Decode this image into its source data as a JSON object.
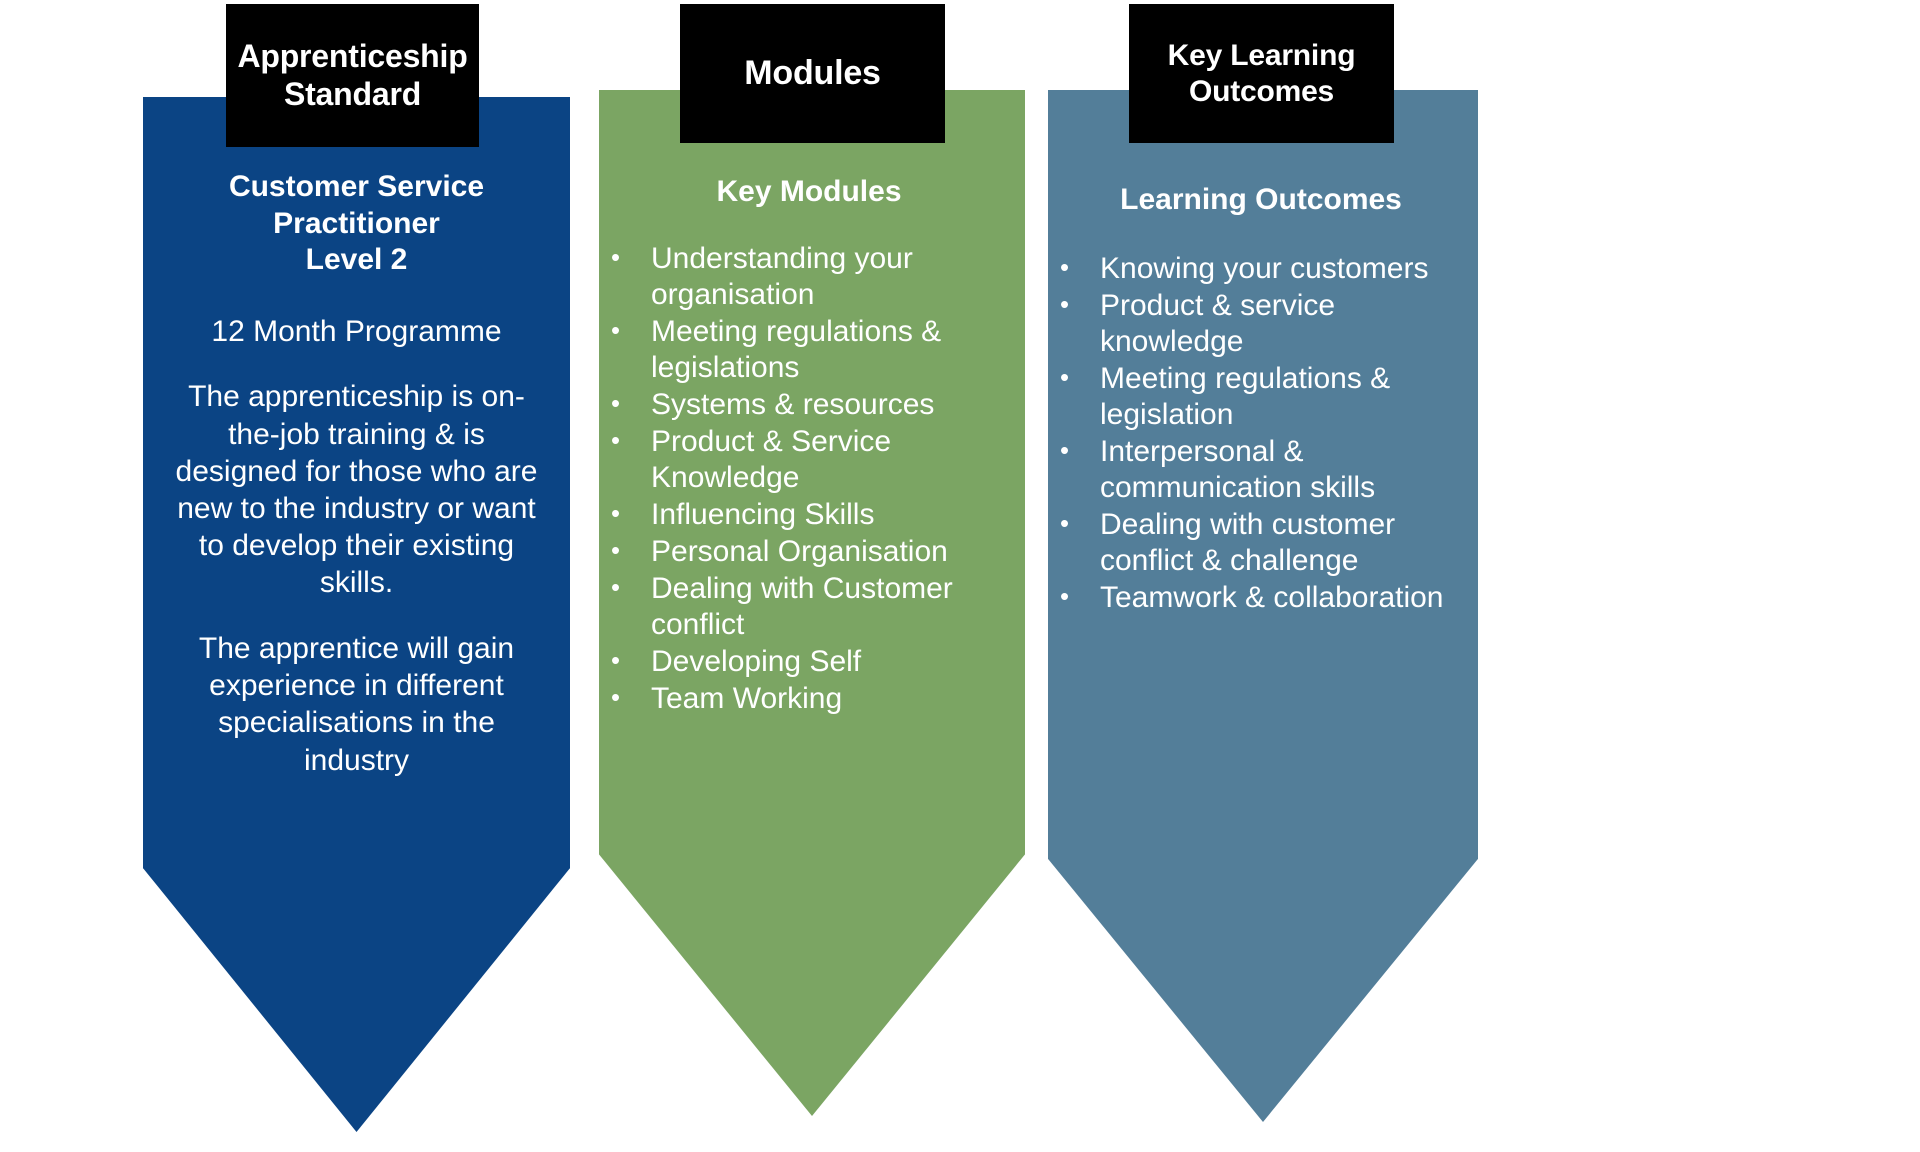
{
  "theme": {
    "background": "#ffffff",
    "tab_background": "#000000",
    "tab_text": "#ffffff",
    "column_1_color": "#0b4484",
    "column_2_color": "#7ba563",
    "column_3_color": "#537e99",
    "body_text": "#ffffff"
  },
  "columns": [
    {
      "tab_label": "Apprenticeship Standard",
      "title": "Customer Service Practitioner\nLevel 2",
      "title_lines": [
        "Customer Service",
        "Practitioner",
        "Level 2"
      ],
      "paragraphs": [
        "12 Month Programme",
        "The apprenticeship is on-the-job training & is designed for those who are new to the industry or want to develop their existing skills.",
        "The apprentice will gain experience in different specialisations in the industry"
      ]
    },
    {
      "tab_label": "Modules",
      "title": "Key Modules",
      "bullets": [
        "Understanding your organisation",
        "Meeting regulations & legislations",
        "Systems & resources",
        "Product & Service Knowledge",
        "Influencing Skills",
        "Personal Organisation",
        "Dealing with Customer conflict",
        "Developing Self",
        "Team Working"
      ]
    },
    {
      "tab_label": "Key Learning Outcomes",
      "title": "Learning Outcomes",
      "bullets": [
        "Knowing your customers",
        "Product & service knowledge",
        "Meeting regulations & legislation",
        "Interpersonal & communication skills",
        "Dealing with customer conflict & challenge",
        "Teamwork & collaboration"
      ]
    }
  ],
  "bullet_glyph": "•"
}
